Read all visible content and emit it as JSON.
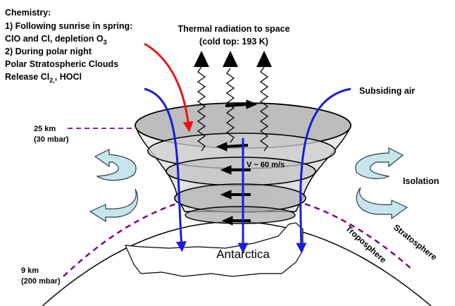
{
  "chemistry": {
    "heading": "Chemistry:",
    "line1": "1) Following sunrise in spring:",
    "line2_prefix": "ClO and Cl, depletion O",
    "line2_sub": "3",
    "line3": "2) During polar night",
    "line4": "Polar Stratospheric Clouds",
    "line5_prefix": "Release Cl",
    "line5_sub": "2,",
    "line5_suffix": ", HOCl"
  },
  "thermal": {
    "line1": "Thermal radiation to space",
    "line2": "(cold top: 193 K)"
  },
  "subsiding": "Subsiding air",
  "isolation": "Isolation",
  "km25": {
    "alt": "25 km",
    "pressure": "(30 mbar)"
  },
  "km9": {
    "alt": "9 km",
    "pressure": "(200 mbar)"
  },
  "velocity": "V ~ 60 m/s",
  "antarctica": "Antarctica",
  "stratosphere": "Stratosphere",
  "troposphere": "Troposphere",
  "colors": {
    "blue_arrow": "#1a1adc",
    "red_arrow": "#ee1111",
    "dashed_boundary": "#800080",
    "vortex_fill": "#c8c8c8",
    "isolation_arrow": "#c6e6ec"
  }
}
